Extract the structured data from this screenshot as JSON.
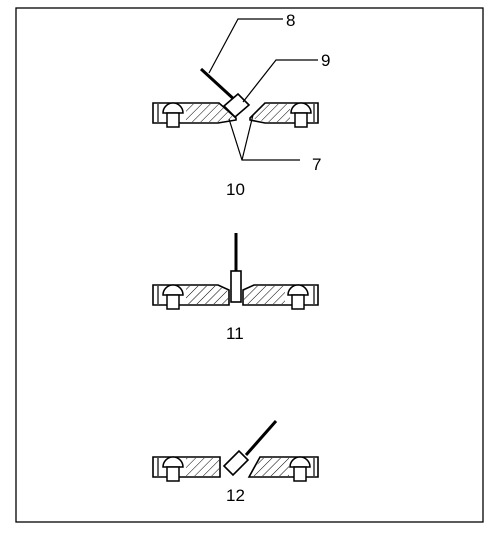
{
  "figure": {
    "callouts": {
      "part_7": "7",
      "part_8": "8",
      "part_9": "9"
    },
    "captions": {
      "fig_10": "10",
      "fig_11": "11",
      "fig_12": "12"
    }
  }
}
